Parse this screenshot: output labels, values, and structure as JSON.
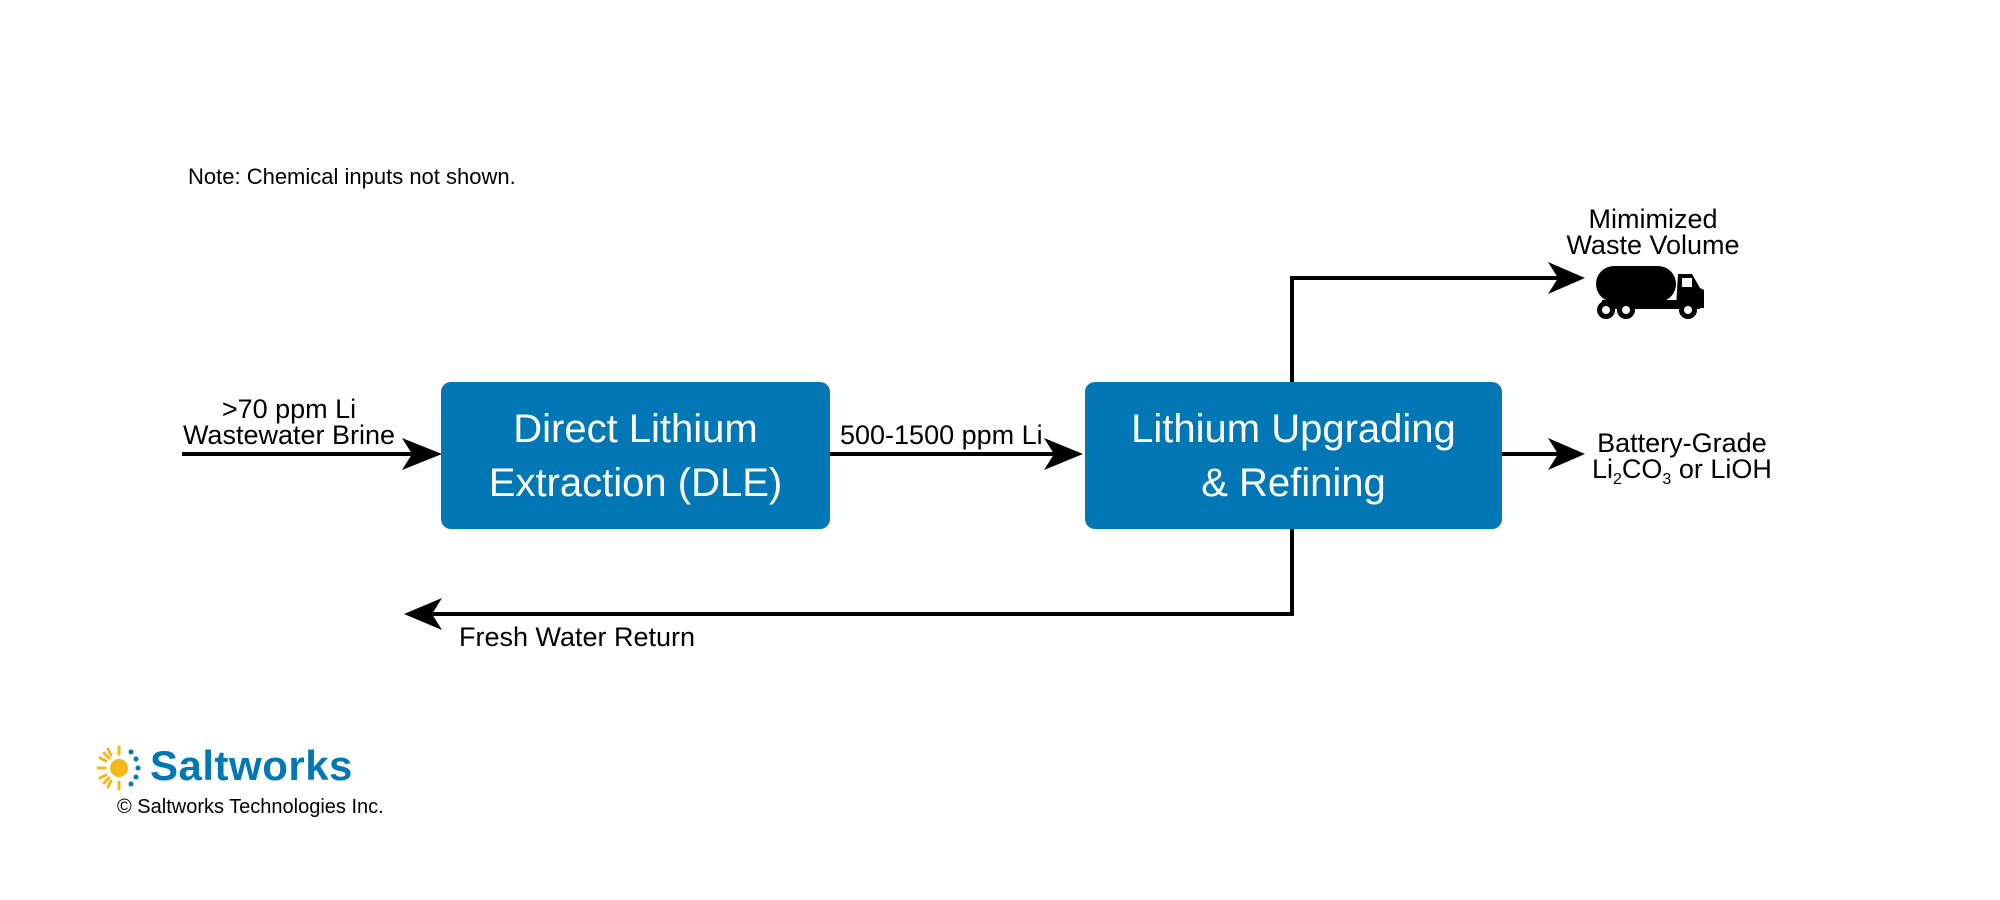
{
  "note": "Note: Chemical inputs not shown.",
  "inputs": {
    "line1": ">70 ppm Li",
    "line2": "Wastewater Brine"
  },
  "boxes": {
    "dle": {
      "line1": "Direct Lithium",
      "line2": "Extraction (DLE)"
    },
    "refining": {
      "line1": "Lithium Upgrading",
      "line2": "& Refining"
    }
  },
  "intermediate": "500-1500 ppm Li",
  "waste": {
    "line1": "Mimimized",
    "line2": "Waste Volume",
    "icon": "tanker-truck-icon"
  },
  "product": {
    "line1": "Battery-Grade",
    "li_sym": "Li",
    "li_sub": "2",
    "co_sym": "CO",
    "co_sub": "3",
    "rest": " or LiOH"
  },
  "return_flow": "Fresh Water Return",
  "brand": {
    "name": "Saltworks",
    "copyright": "© Saltworks Technologies Inc.",
    "logo_color": "#0277b5",
    "sun_color": "#f5b81c"
  },
  "colors": {
    "box_fill": "#0277b5",
    "arrow": "#000000"
  }
}
